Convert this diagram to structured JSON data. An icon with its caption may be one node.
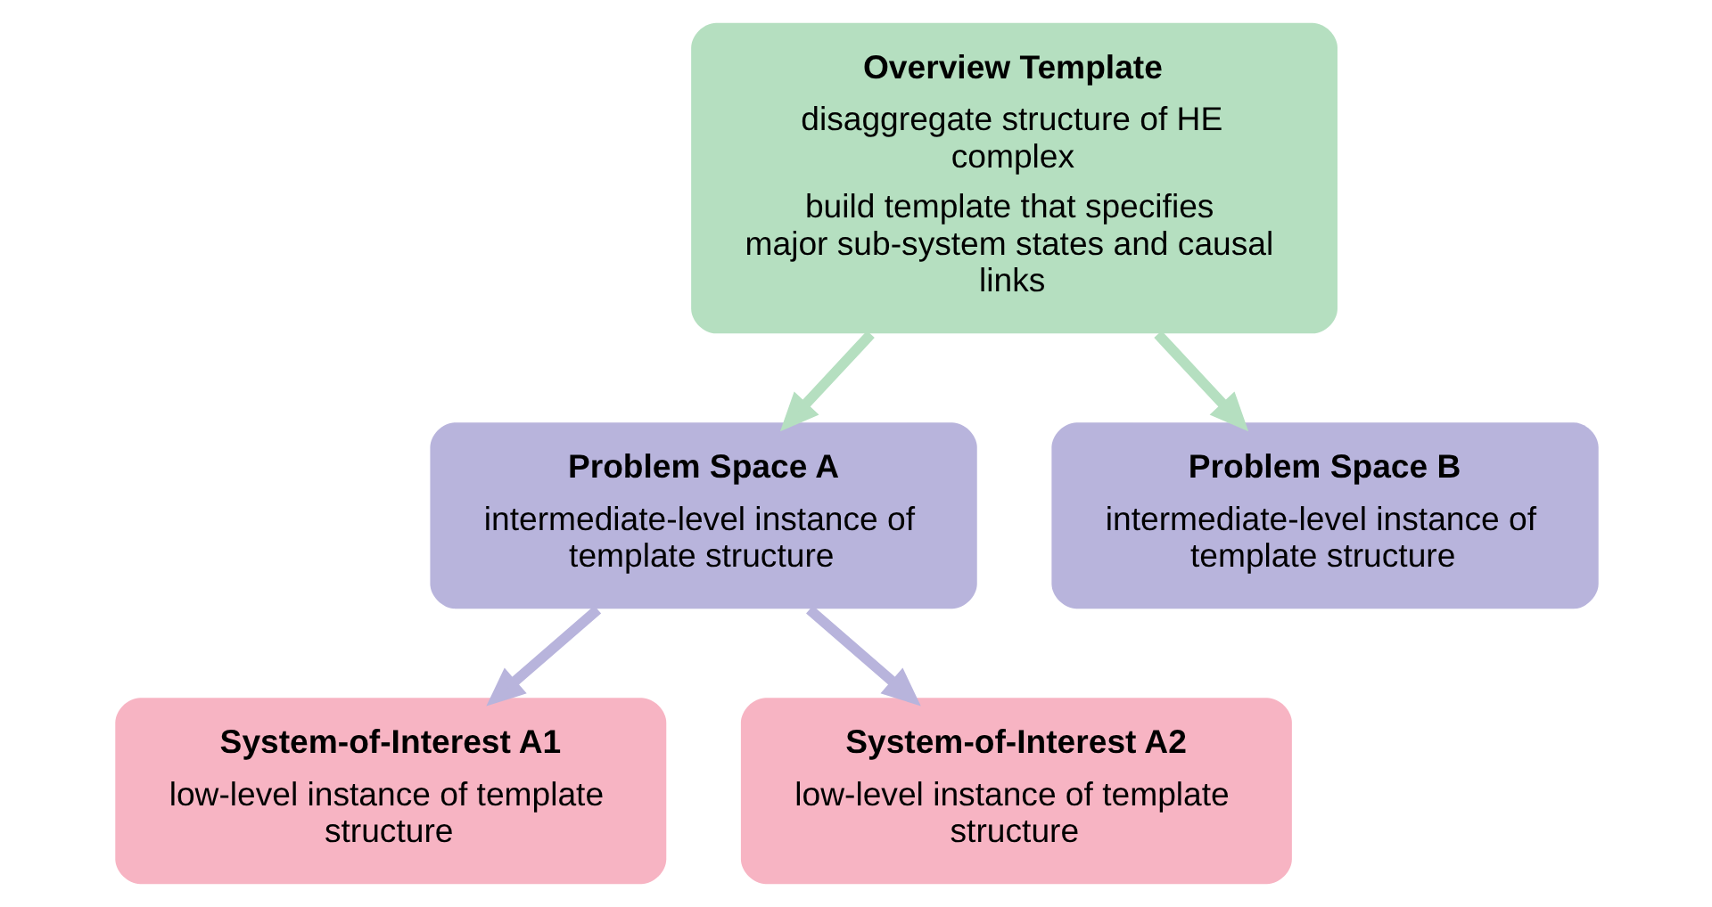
{
  "diagram": {
    "nodes": [
      {
        "text": [
          "Overview Template",
          "disaggregate structure of HE complex",
          "build template that specifies major sub-system states and causal links"
        ]
      },
      {
        "text": [
          "Problem Space A",
          "intermediate-level instance of template structure"
        ]
      },
      {
        "text": [
          "Problem Space B",
          "intermediate-level instance of template structure"
        ]
      },
      {
        "text": [
          "System-of-Interest A1",
          "low-level instance of template structure"
        ]
      },
      {
        "text": [
          "System-of-Interest A2",
          "low-level instance of template structure"
        ]
      }
    ],
    "edges": [
      {
        "from": 0,
        "to": 1,
        "arrow": "to",
        "color": "#b5dfc0"
      },
      {
        "from": 0,
        "to": 2,
        "arrow": "to",
        "color": "#b5dfc0"
      },
      {
        "from": 1,
        "to": 3,
        "arrow": "to",
        "color": "#b8b4dc"
      },
      {
        "from": 1,
        "to": 4,
        "arrow": "to",
        "color": "#b8b4dc"
      }
    ]
  }
}
